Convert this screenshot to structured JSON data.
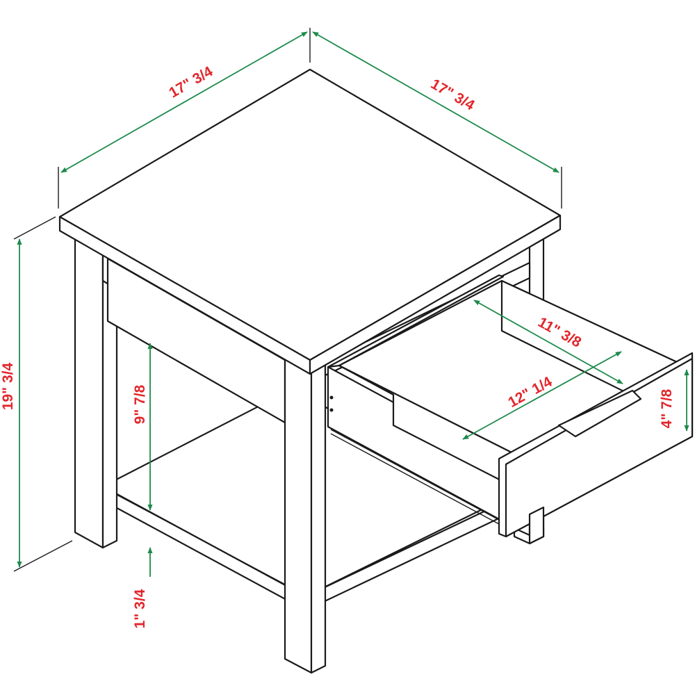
{
  "colors": {
    "outline": "#1a1a1a",
    "dimension_line": "#1e8a4c",
    "dimension_text": "#e2262b"
  },
  "dimensions": {
    "top_width": "17\" 3/4",
    "top_depth": "17\" 3/4",
    "overall_height": "19\" 3/4",
    "shelf_clearance": "9\" 7/8",
    "shelf_to_floor": "1\" 3/4",
    "drawer_inner_width": "11\" 3/8",
    "drawer_inner_depth": "12\" 1/4",
    "drawer_height": "4\" 7/8"
  }
}
